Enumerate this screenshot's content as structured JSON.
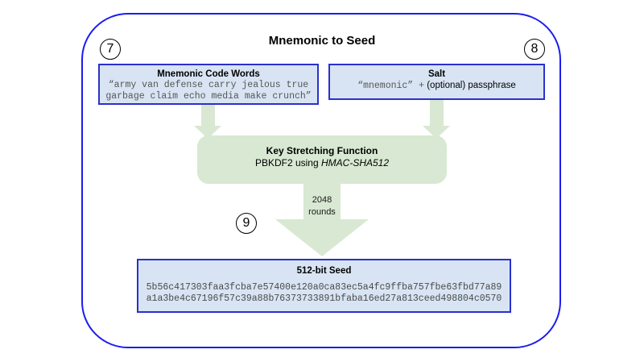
{
  "title": "Mnemonic to Seed",
  "annotations": {
    "step7": "7",
    "step8": "8",
    "step9": "9"
  },
  "mnemonic_box": {
    "title": "Mnemonic Code Words",
    "line1": "“army van defense carry jealous true",
    "line2": "garbage claim echo media make crunch”"
  },
  "salt_box": {
    "title": "Salt",
    "mono_part": "“mnemonic” +",
    "plain_part": "(optional) passphrase"
  },
  "key_stretching_box": {
    "title": "Key Stretching Function",
    "line2_prefix": "PBKDF2 using ",
    "line2_italic": "HMAC-SHA512"
  },
  "rounds_label": {
    "line1": "2048",
    "line2": "rounds"
  },
  "seed_box": {
    "title": "512-bit Seed",
    "hex_line1": "5b56c417303faa3fcba7e57400e120a0ca83ec5a4fc9ffba757fbe63fbd77a89",
    "hex_line2": "a1a3be4c67196f57c39a88b76373733891bfaba16ed27a813ceed498804c0570"
  },
  "colors": {
    "outer_border": "#1c1cf0",
    "box_border": "#2a30cf",
    "box_fill_blue": "#d8e4f3",
    "green_fill": "#d8e8d2",
    "mono_text": "#555555",
    "hex_text": "#4a4a4a"
  }
}
